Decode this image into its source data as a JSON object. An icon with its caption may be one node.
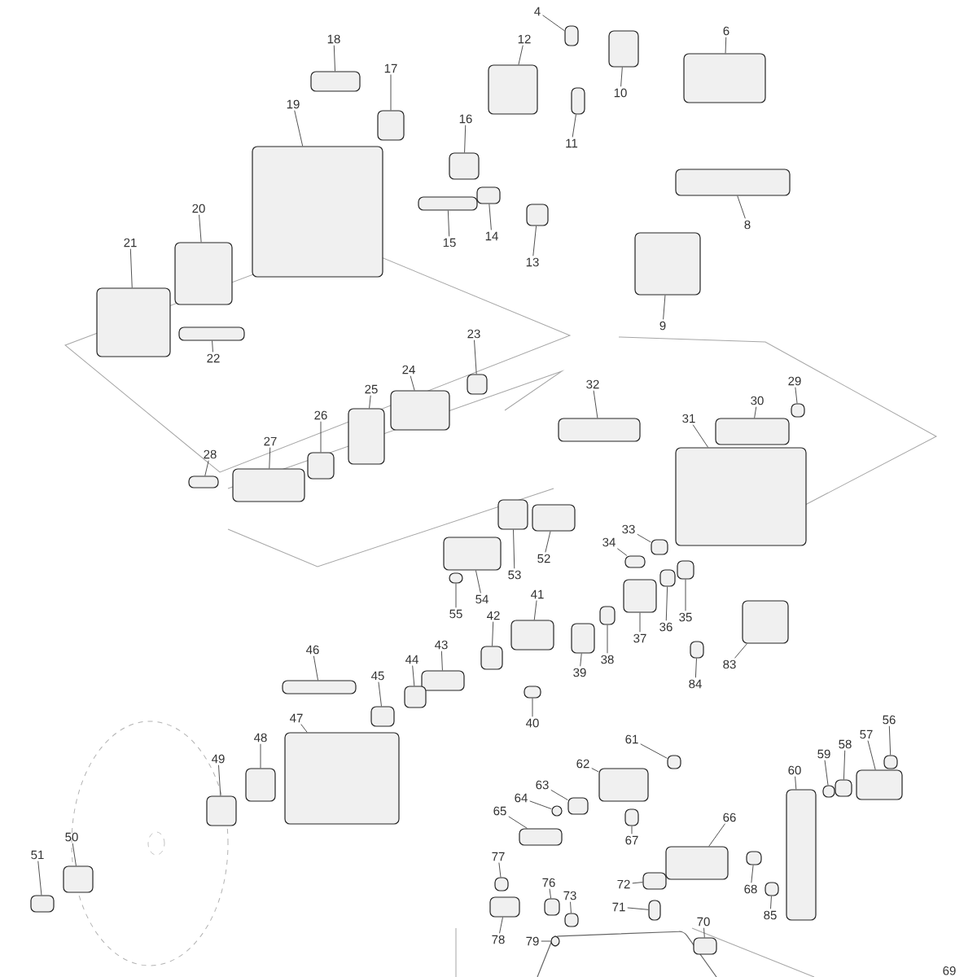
{
  "diagram": {
    "nodes": [
      {
        "text": [
          "4"
        ]
      },
      {
        "text": [],
        "shape": "box"
      },
      {
        "text": [
          "6"
        ]
      },
      {
        "text": [],
        "shape": "box"
      },
      {
        "text": [
          "8"
        ]
      },
      {
        "text": [],
        "shape": "box"
      },
      {
        "text": [
          "9"
        ]
      },
      {
        "text": [],
        "shape": "box"
      },
      {
        "text": [
          "10"
        ]
      },
      {
        "text": [],
        "shape": "box"
      },
      {
        "text": [
          "11"
        ]
      },
      {
        "text": [],
        "shape": "box"
      },
      {
        "text": [
          "12"
        ]
      },
      {
        "text": [],
        "shape": "box"
      },
      {
        "text": [
          "13"
        ]
      },
      {
        "text": [],
        "shape": "box"
      },
      {
        "text": [
          "14"
        ]
      },
      {
        "text": [],
        "shape": "box"
      },
      {
        "text": [
          "15"
        ]
      },
      {
        "text": [],
        "shape": "box"
      },
      {
        "text": [
          "16"
        ]
      },
      {
        "text": [],
        "shape": "box"
      },
      {
        "text": [
          "17"
        ]
      },
      {
        "text": [],
        "shape": "box"
      },
      {
        "text": [
          "18"
        ]
      },
      {
        "text": [],
        "shape": "box"
      },
      {
        "text": [
          "19"
        ]
      },
      {
        "text": [],
        "shape": "box"
      },
      {
        "text": [
          "20"
        ]
      },
      {
        "text": [],
        "shape": "box"
      },
      {
        "text": [
          "21"
        ]
      },
      {
        "text": [],
        "shape": "box"
      },
      {
        "text": [
          "22"
        ]
      },
      {
        "text": [],
        "shape": "box"
      },
      {
        "text": [
          "23"
        ]
      },
      {
        "text": [],
        "shape": "box"
      },
      {
        "text": [
          "24"
        ]
      },
      {
        "text": [],
        "shape": "box"
      },
      {
        "text": [
          "25"
        ]
      },
      {
        "text": [],
        "shape": "box"
      },
      {
        "text": [
          "26"
        ]
      },
      {
        "text": [],
        "shape": "box"
      },
      {
        "text": [
          "27"
        ]
      },
      {
        "text": [],
        "shape": "box"
      },
      {
        "text": [
          "28"
        ]
      },
      {
        "text": [],
        "shape": "box"
      },
      {
        "text": [
          "29"
        ]
      },
      {
        "text": [],
        "shape": "box"
      },
      {
        "text": [
          "30"
        ]
      },
      {
        "text": [],
        "shape": "box"
      },
      {
        "text": [
          "31"
        ]
      },
      {
        "text": [],
        "shape": "box"
      },
      {
        "text": [
          "32"
        ]
      },
      {
        "text": [],
        "shape": "box"
      },
      {
        "text": [
          "33"
        ]
      },
      {
        "text": [],
        "shape": "box"
      },
      {
        "text": [
          "34"
        ]
      },
      {
        "text": [],
        "shape": "box"
      },
      {
        "text": [
          "35"
        ]
      },
      {
        "text": [],
        "shape": "box"
      },
      {
        "text": [
          "36"
        ]
      },
      {
        "text": [],
        "shape": "box"
      },
      {
        "text": [
          "37"
        ]
      },
      {
        "text": [],
        "shape": "box"
      },
      {
        "text": [
          "38"
        ]
      },
      {
        "text": [],
        "shape": "box"
      },
      {
        "text": [
          "39"
        ]
      },
      {
        "text": [],
        "shape": "box"
      },
      {
        "text": [
          "40"
        ]
      },
      {
        "text": [],
        "shape": "box"
      },
      {
        "text": [
          "41"
        ]
      },
      {
        "text": [],
        "shape": "box"
      },
      {
        "text": [
          "42"
        ]
      },
      {
        "text": [],
        "shape": "box"
      },
      {
        "text": [
          "43"
        ]
      },
      {
        "text": [],
        "shape": "box"
      },
      {
        "text": [
          "44"
        ]
      },
      {
        "text": [],
        "shape": "box"
      },
      {
        "text": [
          "45"
        ]
      },
      {
        "text": [],
        "shape": "box"
      },
      {
        "text": [
          "46"
        ]
      },
      {
        "text": [],
        "shape": "box"
      },
      {
        "text": [
          "47"
        ]
      },
      {
        "text": [],
        "shape": "box"
      },
      {
        "text": [
          "48"
        ]
      },
      {
        "text": [],
        "shape": "box"
      },
      {
        "text": [
          "49"
        ]
      },
      {
        "text": [],
        "shape": "box"
      },
      {
        "text": [
          "50"
        ]
      },
      {
        "text": [],
        "shape": "box"
      },
      {
        "text": [
          "51"
        ]
      },
      {
        "text": [],
        "shape": "box"
      },
      {
        "text": [
          "52"
        ]
      },
      {
        "text": [],
        "shape": "box"
      },
      {
        "text": [
          "53"
        ]
      },
      {
        "text": [],
        "shape": "box"
      },
      {
        "text": [
          "54"
        ]
      },
      {
        "text": [],
        "shape": "box"
      },
      {
        "text": [
          "55"
        ]
      },
      {
        "text": [],
        "shape": "box"
      },
      {
        "text": [
          "56"
        ]
      },
      {
        "text": [],
        "shape": "box"
      },
      {
        "text": [
          "57"
        ]
      },
      {
        "text": [],
        "shape": "box"
      },
      {
        "text": [
          "58"
        ]
      },
      {
        "text": [],
        "shape": "box"
      },
      {
        "text": [
          "59"
        ]
      },
      {
        "text": [],
        "shape": "box"
      },
      {
        "text": [
          "60"
        ]
      },
      {
        "text": [],
        "shape": "box"
      },
      {
        "text": [
          "61"
        ]
      },
      {
        "text": [],
        "shape": "box"
      },
      {
        "text": [
          "62"
        ]
      },
      {
        "text": [],
        "shape": "box"
      },
      {
        "text": [
          "63"
        ]
      },
      {
        "text": [],
        "shape": "box"
      },
      {
        "text": [
          "64"
        ]
      },
      {
        "text": [],
        "shape": "box"
      },
      {
        "text": [
          "65"
        ]
      },
      {
        "text": [],
        "shape": "box"
      },
      {
        "text": [
          "66"
        ]
      },
      {
        "text": [],
        "shape": "box"
      },
      {
        "text": [
          "67"
        ]
      },
      {
        "text": [],
        "shape": "box"
      },
      {
        "text": [
          "68"
        ]
      },
      {
        "text": [],
        "shape": "box"
      },
      {
        "text": [
          "70"
        ]
      },
      {
        "text": [],
        "shape": "box"
      },
      {
        "text": [
          "71"
        ]
      },
      {
        "text": [],
        "shape": "box"
      },
      {
        "text": [
          "72"
        ]
      },
      {
        "text": [],
        "shape": "box"
      },
      {
        "text": [
          "73"
        ]
      },
      {
        "text": [],
        "shape": "box"
      },
      {
        "text": [
          "76"
        ]
      },
      {
        "text": [],
        "shape": "box"
      },
      {
        "text": [
          "77"
        ]
      },
      {
        "text": [],
        "shape": "box"
      },
      {
        "text": [
          "78"
        ]
      },
      {
        "text": [],
        "shape": "box"
      },
      {
        "text": [
          "79"
        ]
      },
      {
        "text": [],
        "shape": "box"
      },
      {
        "text": [
          "83"
        ]
      },
      {
        "text": [],
        "shape": "box"
      },
      {
        "text": [
          "84"
        ]
      },
      {
        "text": [],
        "shape": "box"
      },
      {
        "text": [
          "85"
        ]
      },
      {
        "text": [],
        "shape": "box"
      }
    ],
    "edges": [
      {
        "from": 0,
        "to": 1,
        "arrow": "none"
      },
      {
        "from": 2,
        "to": 3,
        "arrow": "none"
      },
      {
        "from": 4,
        "to": 5,
        "arrow": "none"
      },
      {
        "from": 6,
        "to": 7,
        "arrow": "none"
      },
      {
        "from": 8,
        "to": 9,
        "arrow": "none"
      },
      {
        "from": 10,
        "to": 11,
        "arrow": "none"
      },
      {
        "from": 12,
        "to": 13,
        "arrow": "none"
      },
      {
        "from": 14,
        "to": 15,
        "arrow": "none"
      },
      {
        "from": 16,
        "to": 17,
        "arrow": "none"
      },
      {
        "from": 18,
        "to": 19,
        "arrow": "none"
      },
      {
        "from": 20,
        "to": 21,
        "arrow": "none"
      },
      {
        "from": 22,
        "to": 23,
        "arrow": "none"
      },
      {
        "from": 24,
        "to": 25,
        "arrow": "none"
      },
      {
        "from": 26,
        "to": 27,
        "arrow": "none"
      },
      {
        "from": 28,
        "to": 29,
        "arrow": "none"
      },
      {
        "from": 30,
        "to": 31,
        "arrow": "none"
      },
      {
        "from": 32,
        "to": 33,
        "arrow": "none"
      },
      {
        "from": 34,
        "to": 35,
        "arrow": "none"
      },
      {
        "from": 36,
        "to": 37,
        "arrow": "none"
      },
      {
        "from": 38,
        "to": 39,
        "arrow": "none"
      },
      {
        "from": 40,
        "to": 41,
        "arrow": "none"
      },
      {
        "from": 42,
        "to": 43,
        "arrow": "none"
      },
      {
        "from": 44,
        "to": 45,
        "arrow": "none"
      },
      {
        "from": 46,
        "to": 47,
        "arrow": "none"
      },
      {
        "from": 48,
        "to": 49,
        "arrow": "none"
      },
      {
        "from": 50,
        "to": 51,
        "arrow": "none"
      },
      {
        "from": 52,
        "to": 53,
        "arrow": "none"
      },
      {
        "from": 54,
        "to": 55,
        "arrow": "none"
      },
      {
        "from": 56,
        "to": 57,
        "arrow": "none"
      },
      {
        "from": 58,
        "to": 59,
        "arrow": "none"
      },
      {
        "from": 60,
        "to": 61,
        "arrow": "none"
      },
      {
        "from": 62,
        "to": 63,
        "arrow": "none"
      },
      {
        "from": 64,
        "to": 65,
        "arrow": "none"
      },
      {
        "from": 66,
        "to": 67,
        "arrow": "none"
      },
      {
        "from": 68,
        "to": 69,
        "arrow": "none"
      },
      {
        "from": 70,
        "to": 71,
        "arrow": "none"
      },
      {
        "from": 72,
        "to": 73,
        "arrow": "none"
      },
      {
        "from": 74,
        "to": 75,
        "arrow": "none"
      },
      {
        "from": 76,
        "to": 77,
        "arrow": "none"
      },
      {
        "from": 78,
        "to": 79,
        "arrow": "none"
      },
      {
        "from": 80,
        "to": 81,
        "arrow": "none"
      },
      {
        "from": 82,
        "to": 83,
        "arrow": "none"
      },
      {
        "from": 84,
        "to": 85,
        "arrow": "none"
      },
      {
        "from": 86,
        "to": 87,
        "arrow": "none"
      },
      {
        "from": 88,
        "to": 89,
        "arrow": "none"
      },
      {
        "from": 90,
        "to": 91,
        "arrow": "none"
      },
      {
        "from": 92,
        "to": 93,
        "arrow": "none"
      },
      {
        "from": 94,
        "to": 95,
        "arrow": "none"
      },
      {
        "from": 96,
        "to": 97,
        "arrow": "none"
      },
      {
        "from": 98,
        "to": 99,
        "arrow": "none"
      },
      {
        "from": 100,
        "to": 101,
        "arrow": "none"
      },
      {
        "from": 102,
        "to": 103,
        "arrow": "none"
      },
      {
        "from": 104,
        "to": 105,
        "arrow": "none"
      },
      {
        "from": 106,
        "to": 107,
        "arrow": "none"
      },
      {
        "from": 108,
        "to": 109,
        "arrow": "none"
      },
      {
        "from": 110,
        "to": 111,
        "arrow": "none"
      },
      {
        "from": 112,
        "to": 113,
        "arrow": "none"
      },
      {
        "from": 114,
        "to": 115,
        "arrow": "none"
      },
      {
        "from": 116,
        "to": 117,
        "arrow": "none"
      },
      {
        "from": 118,
        "to": 119,
        "arrow": "none"
      },
      {
        "from": 120,
        "to": 121,
        "arrow": "none"
      },
      {
        "from": 122,
        "to": 123,
        "arrow": "none"
      },
      {
        "from": 124,
        "to": 125,
        "arrow": "none"
      },
      {
        "from": 126,
        "to": 127,
        "arrow": "none"
      },
      {
        "from": 128,
        "to": 129,
        "arrow": "none"
      },
      {
        "from": 130,
        "to": 131,
        "arrow": "none"
      },
      {
        "from": 132,
        "to": 133,
        "arrow": "none"
      },
      {
        "from": 134,
        "to": 135,
        "arrow": "none"
      },
      {
        "from": 136,
        "to": 137,
        "arrow": "none"
      },
      {
        "from": 138,
        "to": 139,
        "arrow": "none"
      },
      {
        "from": 140,
        "to": 141,
        "arrow": "none"
      },
      {
        "from": 142,
        "to": 143,
        "arrow": "none"
      },
      {
        "from": 144,
        "to": 145,
        "arrow": "none"
      },
      {
        "from": 146,
        "to": 147,
        "arrow": "none"
      }
    ],
    "labels": [
      "69"
    ]
  }
}
